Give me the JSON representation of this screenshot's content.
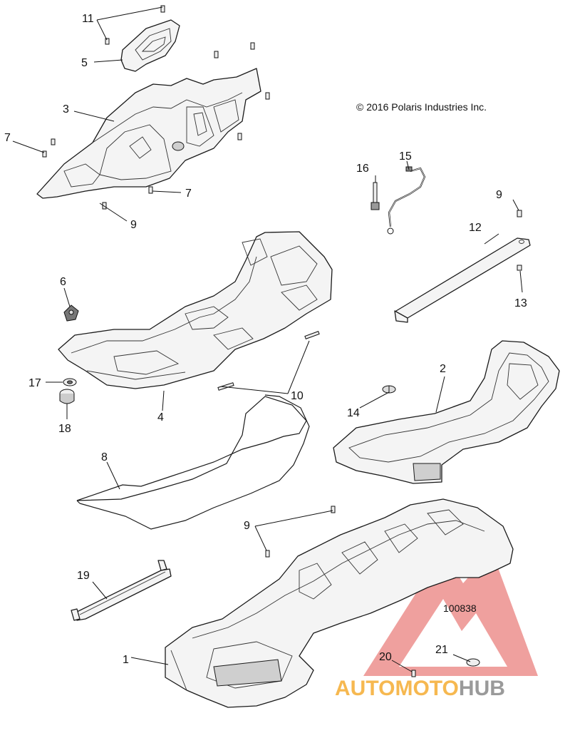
{
  "copyright": "© 2016 Polaris Industries Inc.",
  "figure_id": "100838",
  "watermark": {
    "part1": "AUTO",
    "part2": "MOTO",
    "part3": "HUB"
  },
  "callouts": {
    "c1": "1",
    "c2": "2",
    "c3": "3",
    "c4": "4",
    "c5": "5",
    "c6": "6",
    "c7a": "7",
    "c7b": "7",
    "c8": "8",
    "c9a": "9",
    "c9b": "9",
    "c9c": "9",
    "c10": "10",
    "c11": "11",
    "c12": "12",
    "c13": "13",
    "c14": "14",
    "c15": "15",
    "c16": "16",
    "c17": "17",
    "c18": "18",
    "c19": "19",
    "c20": "20",
    "c21": "21"
  },
  "colors": {
    "watermark_triangle": "#e2524f",
    "watermark_orange": "#f6b850",
    "watermark_gray": "#9a9a9a"
  }
}
